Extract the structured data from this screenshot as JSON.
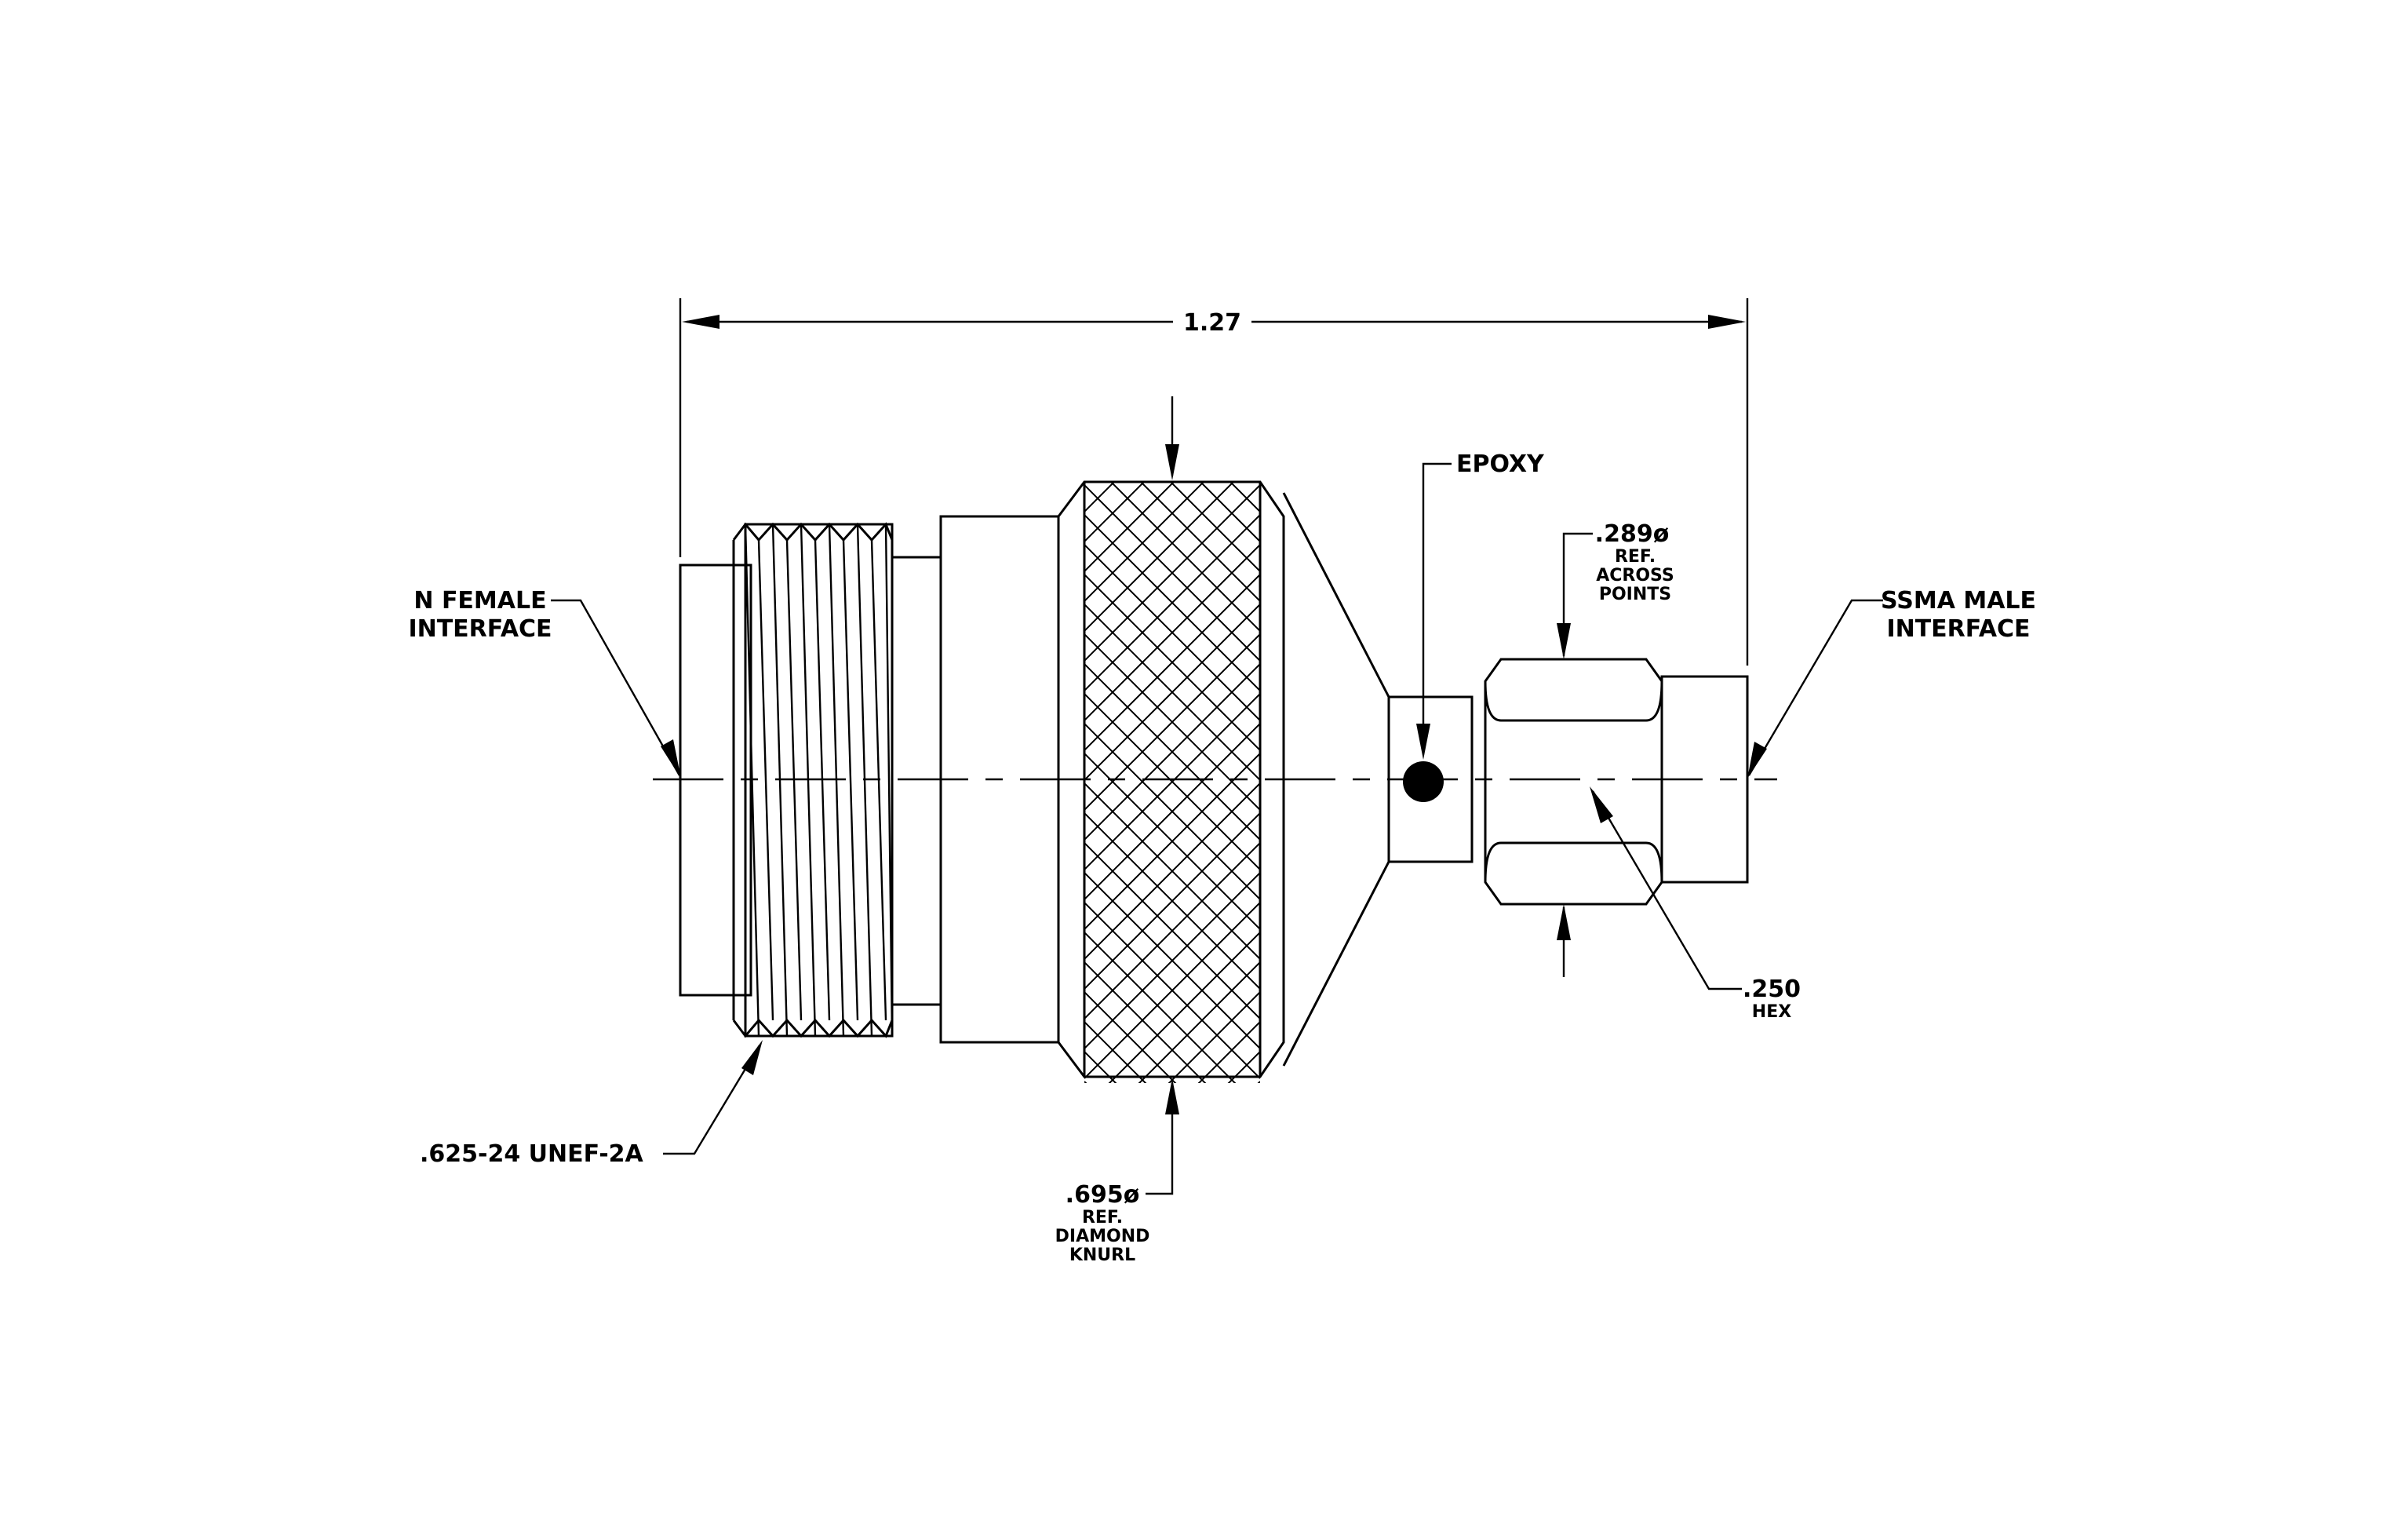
{
  "dimensions": {
    "overall_length": "1.27"
  },
  "callouts": {
    "n_female": {
      "line1": "N FEMALE",
      "line2": "INTERFACE"
    },
    "ssma_male": {
      "line1": "SSMA MALE",
      "line2": "INTERFACE"
    },
    "epoxy": "EPOXY",
    "thread": ".625-24 UNEF-2A",
    "hex_points": {
      "value": ".289ø",
      "line1": "REF.",
      "line2": "ACROSS",
      "line3": "POINTS"
    },
    "hex_flats": {
      "value": ".250",
      "line1": "HEX"
    },
    "knurl": {
      "value": ".695ø",
      "line1": "REF.",
      "line2": "DIAMOND",
      "line3": "KNURL"
    }
  }
}
